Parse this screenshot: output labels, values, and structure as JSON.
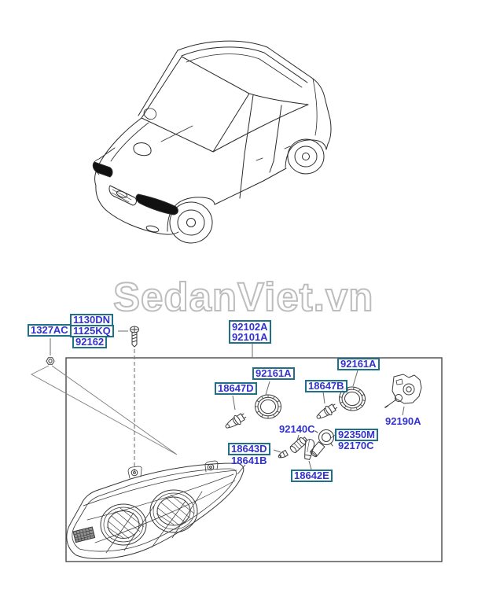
{
  "watermark": {
    "text": "SedanViet.vn"
  },
  "colors": {
    "label_text": "#3232cf",
    "label_border": "#20708a",
    "line_art": "#3a3a3a",
    "watermark_outline": "#bdbdbd",
    "background": "#ffffff",
    "headlight_fill": "#111111"
  },
  "labels": {
    "part_1327ac": "1327AC",
    "part_1130dn": "1130DN",
    "part_1125kq": "1125KQ",
    "part_92162": "92162",
    "part_92102a": "92102A",
    "part_92101a": "92101A",
    "part_92161a_left": "92161A",
    "part_92161a_right": "92161A",
    "part_18647d": "18647D",
    "part_18647b": "18647B",
    "part_92140c": "92140C",
    "part_18643d": "18643D",
    "part_18641b": "18641B",
    "part_92350m": "92350M",
    "part_92170c": "92170C",
    "part_18642e": "18642E",
    "part_92190a": "92190A"
  },
  "illustrations": {
    "car": "suv-line-drawing-with-headlights-highlighted",
    "assembly": "headlamp-assembly-exploded-diagram",
    "small_parts": [
      "nut-icon",
      "bolt-icon",
      "dust-cap-icon",
      "h7-bulb-icon",
      "bulb-socket-icon",
      "wedge-bulb-icon",
      "headlamp-adjuster-icon"
    ]
  }
}
